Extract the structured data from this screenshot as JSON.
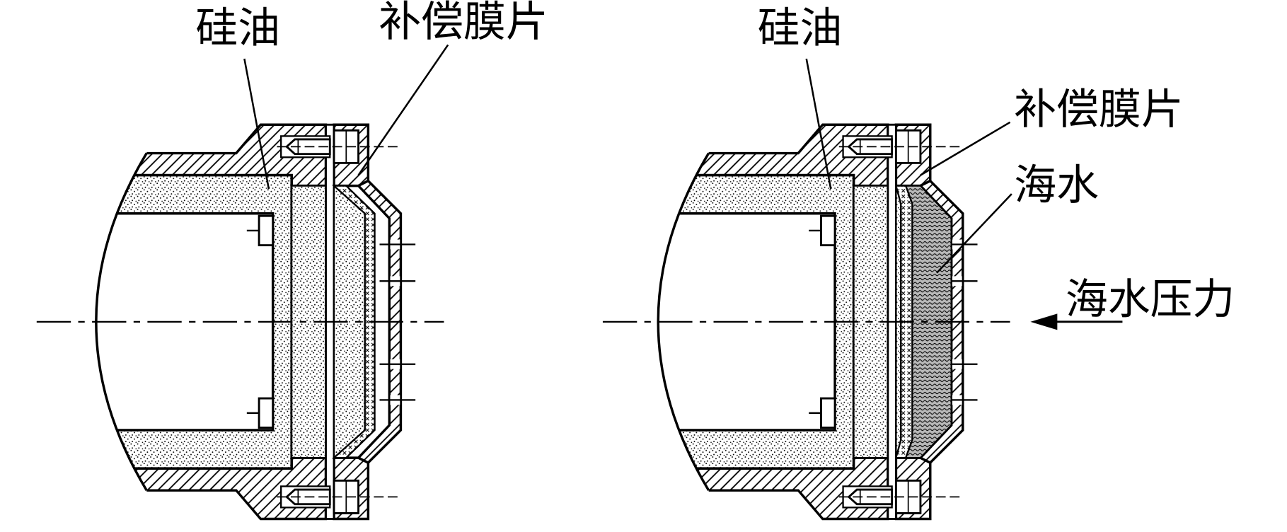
{
  "left_view": {
    "silicone_oil_label": "硅油",
    "diaphragm_label": "补偿膜片"
  },
  "right_view": {
    "silicone_oil_label": "硅油",
    "diaphragm_label": "补偿膜片",
    "seawater_label": "海水",
    "seawater_pressure_label": "海水压力"
  },
  "colors": {
    "line": "#000000",
    "background": "#ffffff",
    "seawater_fill": "#b8b8b8"
  }
}
